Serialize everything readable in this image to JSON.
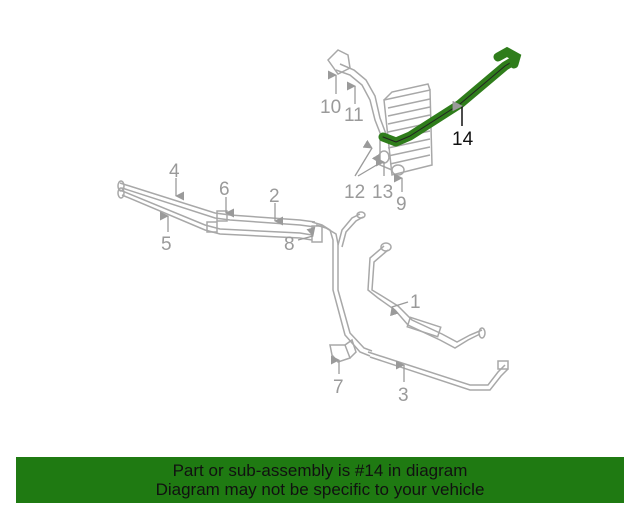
{
  "diagram": {
    "part_labels": {
      "p1": "1",
      "p2": "2",
      "p3": "3",
      "p4": "4",
      "p5": "5",
      "p6": "6",
      "p7": "7",
      "p8": "8",
      "p9": "9",
      "p10": "10",
      "p11": "11",
      "p12": "12",
      "p13": "13",
      "p14": "14"
    },
    "highlighted_part": "14",
    "colors": {
      "line": "#a8a8a8",
      "highlight": "#2f7d1b",
      "banner": "#1f7a12"
    }
  },
  "banner": {
    "line1": "Part or sub-assembly is #14 in diagram",
    "line2": "Diagram may not be specific to your vehicle"
  }
}
